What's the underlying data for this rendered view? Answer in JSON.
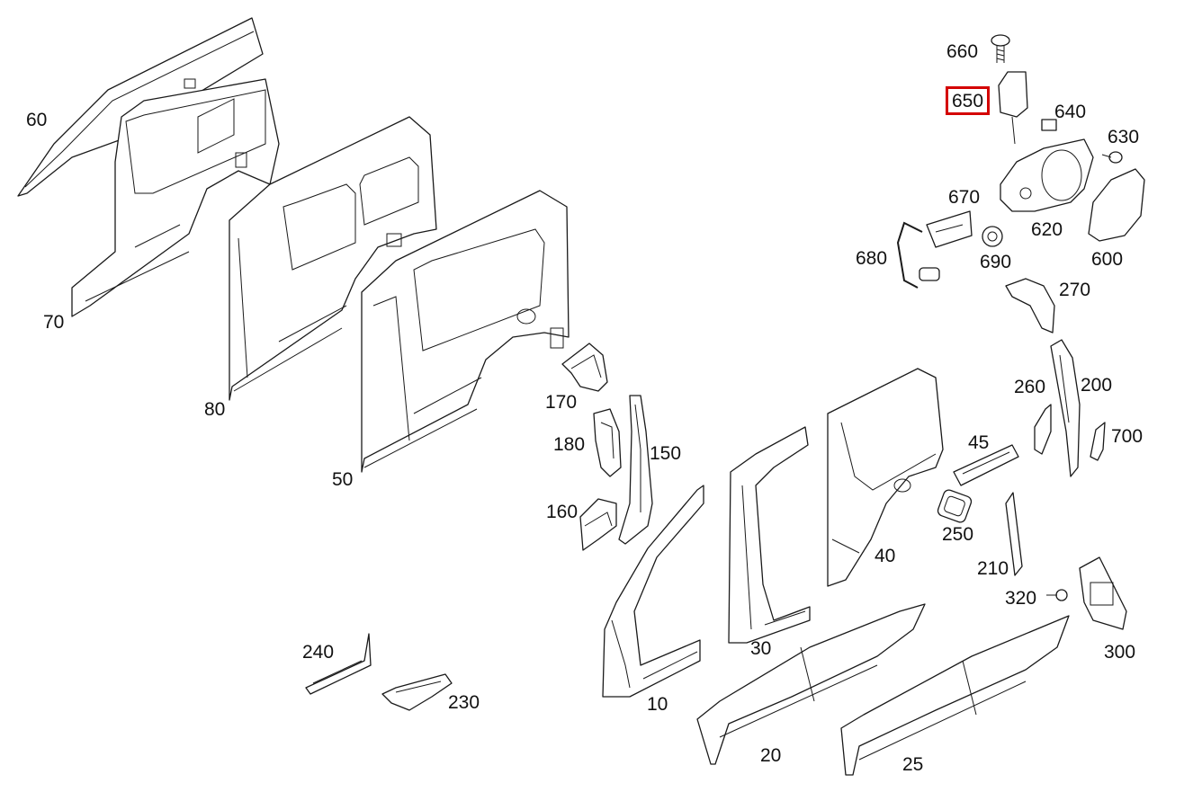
{
  "highlight_color": "#d40000",
  "callouts": {
    "c660": "660",
    "c650": "650",
    "c640": "640",
    "c630": "630",
    "c620": "620",
    "c600": "600",
    "c670": "670",
    "c680": "680",
    "c690": "690",
    "c270": "270",
    "c260": "260",
    "c200": "200",
    "c700": "700",
    "c45": "45",
    "c250": "250",
    "c210": "210",
    "c320": "320",
    "c300": "300",
    "c60": "60",
    "c70": "70",
    "c80": "80",
    "c50": "50",
    "c170": "170",
    "c180": "180",
    "c150": "150",
    "c160": "160",
    "c40": "40",
    "c30": "30",
    "c10": "10",
    "c20": "20",
    "c25": "25",
    "c240": "240",
    "c230": "230"
  },
  "highlighted_callout": "650"
}
